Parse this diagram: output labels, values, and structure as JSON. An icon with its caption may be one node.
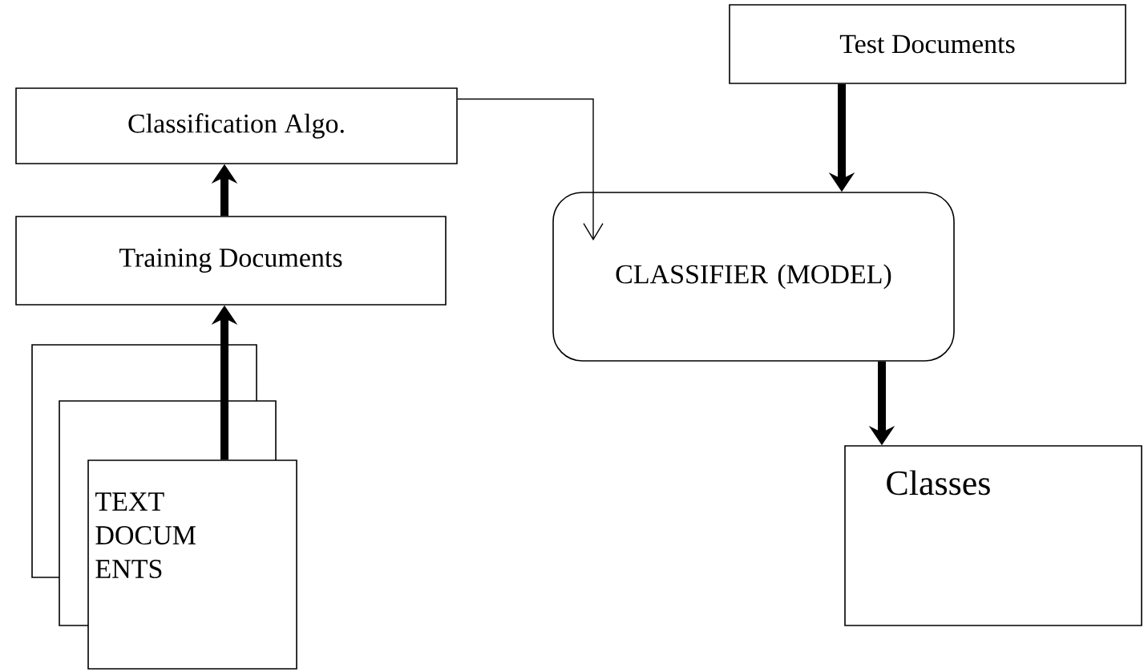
{
  "diagram": {
    "nodes": [
      {
        "text": [
          "Classification Algo."
        ]
      },
      {
        "text": [
          "Training Documents"
        ]
      },
      {
        "text": [
          "TEXT DOCUM ENTS"
        ]
      },
      {
        "text": [
          "Test Documents"
        ]
      },
      {
        "text": [
          "CLASSIFIER (MODEL)"
        ]
      },
      {
        "text": [
          "Classes"
        ]
      }
    ],
    "edges": [
      {
        "from": 2,
        "to": 1,
        "arrow": "to"
      },
      {
        "from": 1,
        "to": 0,
        "arrow": "to"
      },
      {
        "from": 0,
        "to": 4,
        "arrow": "to"
      },
      {
        "from": 3,
        "to": 4,
        "arrow": "to"
      },
      {
        "from": 4,
        "to": 5,
        "arrow": "to"
      }
    ]
  }
}
